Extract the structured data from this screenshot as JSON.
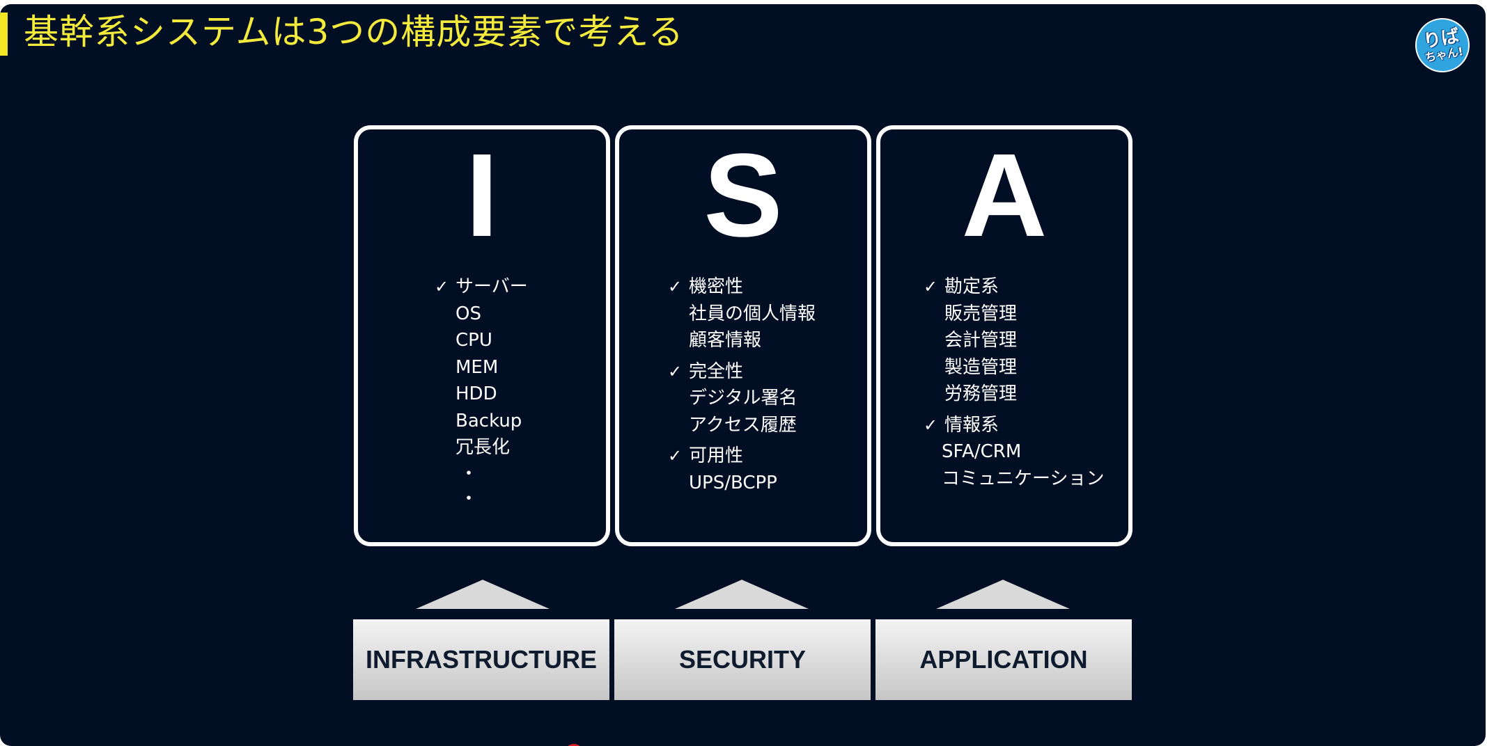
{
  "slide": {
    "title": "基幹系システムは3つの構成要素で考える",
    "logo_text_top": "りば",
    "logo_text_bottom": "ちゃん!",
    "accent_color": "#f3ea3c",
    "background_color": "#020e23"
  },
  "columns": [
    {
      "letter": "I",
      "label": "INFRASTRUCTURE",
      "groups": [
        {
          "heading": "サーバー",
          "items": [
            "OS",
            "CPU",
            "MEM",
            "HDD",
            "Backup",
            "冗長化"
          ]
        }
      ],
      "ellipsis": [
        "・",
        "・"
      ]
    },
    {
      "letter": "S",
      "label": "SECURITY",
      "groups": [
        {
          "heading": "機密性",
          "items": [
            "社員の個人情報",
            "顧客情報"
          ]
        },
        {
          "heading": "完全性",
          "items": [
            "デジタル署名",
            "アクセス履歴"
          ]
        },
        {
          "heading": "可用性",
          "items": [
            "UPS/BCPP"
          ]
        }
      ]
    },
    {
      "letter": "A",
      "label": "APPLICATION",
      "groups": [
        {
          "heading": "勘定系",
          "items": [
            "販売管理",
            "会計管理",
            "製造管理",
            "労務管理"
          ]
        },
        {
          "heading": "情報系",
          "items": [
            "SFA/CRM",
            "コミュニケーション"
          ]
        }
      ]
    }
  ],
  "check_mark": "✓"
}
